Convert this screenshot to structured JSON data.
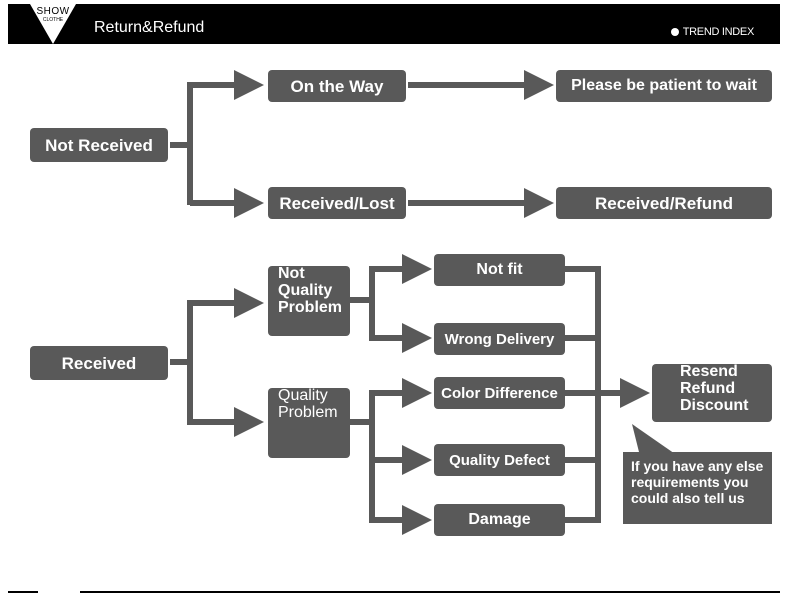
{
  "header": {
    "logo_top": "SHOW",
    "logo_bottom": "CLOTHE",
    "title": "Return&Refund",
    "brand": "TREND INDEX"
  },
  "colors": {
    "box": "#595959",
    "connector": "#595959",
    "header": "#000000",
    "text": "#ffffff"
  },
  "flow": {
    "not_received": "Not Received",
    "on_the_way": "On the Way",
    "please_wait": "Please be patient to wait",
    "received_lost": "Received/Lost",
    "received_refund": "Received/Refund",
    "received": "Received",
    "not_quality_problem": [
      "Not",
      "Quality",
      "Problem"
    ],
    "quality_problem": [
      "Quality",
      "Problem"
    ],
    "not_fit": "Not fit",
    "wrong_delivery": "Wrong Delivery",
    "color_difference": "Color Difference",
    "quality_defect": "Quality Defect",
    "damage": "Damage",
    "outcome": [
      "Resend",
      "Refund",
      "Discount"
    ],
    "note": [
      "If you have any else",
      "requirements you",
      "could also tell us"
    ]
  }
}
